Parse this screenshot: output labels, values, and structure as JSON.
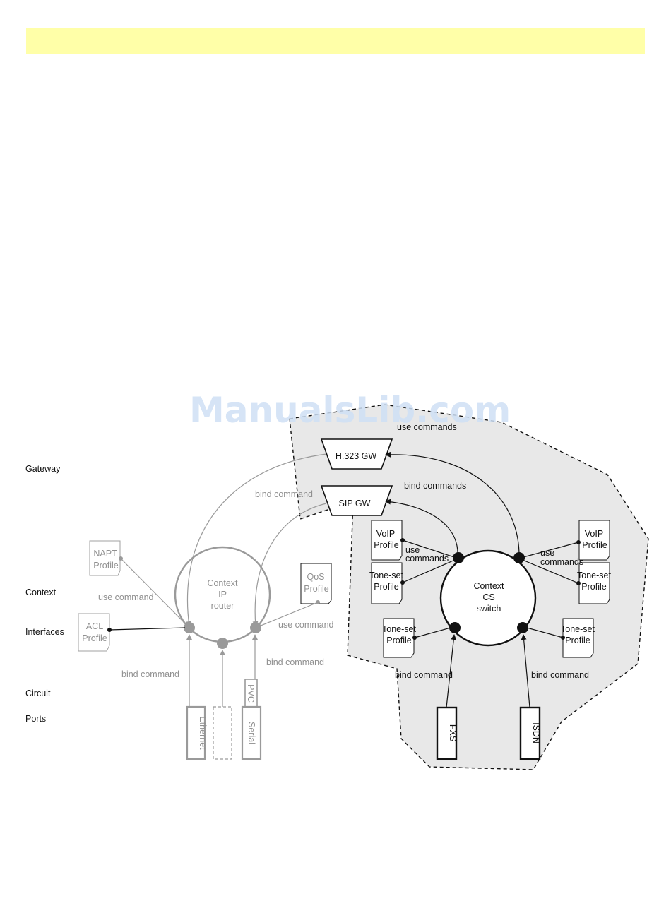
{
  "watermark": "ManualsLib.com",
  "colors": {
    "banner": "#ffffa8",
    "cs_region": "#e8e8e8",
    "ip_gray": "#9a9a9a",
    "black": "#111111"
  },
  "layers": {
    "gateway": "Gateway",
    "context": "Context",
    "interfaces": "Interfaces",
    "circuit": "Circuit",
    "ports": "Ports"
  },
  "ip": {
    "context": [
      "Context",
      "IP",
      "router"
    ],
    "napt": [
      "NAPT",
      "Profile"
    ],
    "acl": [
      "ACL",
      "Profile"
    ],
    "qos": [
      "QoS",
      "Profile"
    ],
    "use_command_left": "use command",
    "use_command_right": "use command",
    "bind_command_top": "bind command",
    "bind_command_left": "bind command",
    "bind_command_right": "bind command",
    "port_ethernet": "Ethernet",
    "port_serial": "Serial",
    "circuit_pvc": "PVC"
  },
  "cs": {
    "use_commands_top": "use commands",
    "h323": "H.323 GW",
    "sip": "SIP GW",
    "bind_commands": "bind commands",
    "context": [
      "Context",
      "CS",
      "switch"
    ],
    "voip_left": [
      "VoIP",
      "Profile"
    ],
    "toneset_left": [
      "Tone-set",
      "Profile"
    ],
    "voip_right": [
      "VoIP",
      "Profile"
    ],
    "toneset_right": [
      "Tone-set",
      "Profile"
    ],
    "toneset_bottom_left": [
      "Tone-set",
      "Profile"
    ],
    "toneset_bottom_right": [
      "Tone-set",
      "Profile"
    ],
    "use_commands_left": [
      "use",
      "commands"
    ],
    "use_commands_right": [
      "use",
      "commands"
    ],
    "bind_command_left": "bind command",
    "bind_command_right": "bind command",
    "port_fxs": "FXS",
    "port_isdn": "ISDN"
  }
}
